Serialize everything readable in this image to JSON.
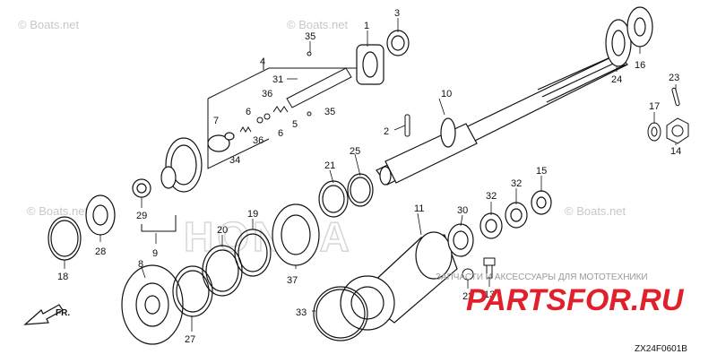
{
  "watermarks": [
    "© Boats.net",
    "© Boats.net",
    "© Boats.net",
    "© Boats.net"
  ],
  "background_logo": "HONDA",
  "direction_label": "FR.",
  "diagram_code": "ZX24F0601B",
  "overlay": {
    "brand": "PARTSFOR.RU",
    "note": "ЗАПЧАСТИ И АКСЕССУАРЫ ДЛЯ МОТОТЕХНИКИ"
  },
  "callouts": [
    "1",
    "2",
    "3",
    "4",
    "5",
    "6",
    "6",
    "7",
    "8",
    "9",
    "10",
    "11",
    "13",
    "14",
    "15",
    "16",
    "17",
    "18",
    "19",
    "20",
    "21",
    "22",
    "23",
    "24",
    "25",
    "27",
    "28",
    "29",
    "30",
    "31",
    "32",
    "32",
    "33",
    "34",
    "35",
    "35",
    "36",
    "36",
    "37"
  ]
}
